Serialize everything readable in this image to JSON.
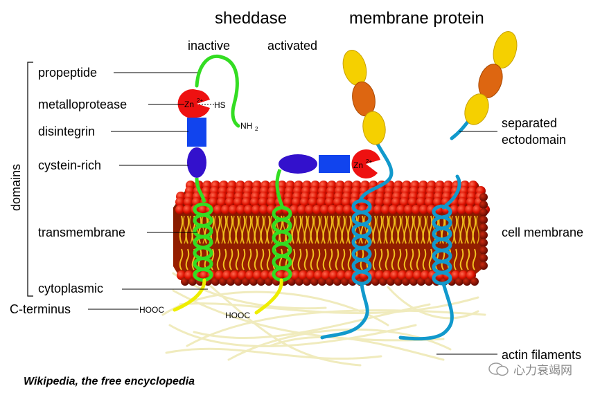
{
  "headers": {
    "sheddase": "sheddase",
    "membrane_protein": "membrane protein"
  },
  "states": {
    "inactive": "inactive",
    "activated": "activated"
  },
  "group_label": "domains",
  "domains": {
    "propeptide": "propeptide",
    "metalloprotease": "metalloprotease",
    "disintegrin": "disintegrin",
    "cystein_rich": "cystein-rich",
    "transmembrane": "transmembrane",
    "cytoplasmic": "cytoplasmic",
    "c_terminus": "C-terminus"
  },
  "right_labels": {
    "separated_ectodomain_1": "separated",
    "separated_ectodomain_2": "ectodomain",
    "cell_membrane": "cell membrane",
    "actin_filaments": "actin filaments"
  },
  "chem": {
    "hooc_left": "HOOC",
    "hooc_right": "HOOC",
    "zinc": "Zn",
    "zinc_charge": "2+",
    "hs": "HS",
    "nh2": "NH",
    "nh2_sub": "2"
  },
  "credit": "Wikipedia, the free encyclopedia",
  "watermark": "心力衰竭网",
  "colors": {
    "propeptide_green": "#33dd22",
    "metalloprotease_red": "#ee1111",
    "disintegrin_blue": "#1144ee",
    "cystein_purple": "#3311cc",
    "membrane_protein_blue": "#1199cc",
    "ectodomain_yellow": "#f5d000",
    "ectodomain_orange": "#dd6611",
    "lipid_head_red": "#dd1100",
    "lipid_tail_yellow": "#f0c020",
    "actin_cream": "#f3eec2",
    "cytoplasmic_yellow": "#eeee00"
  }
}
